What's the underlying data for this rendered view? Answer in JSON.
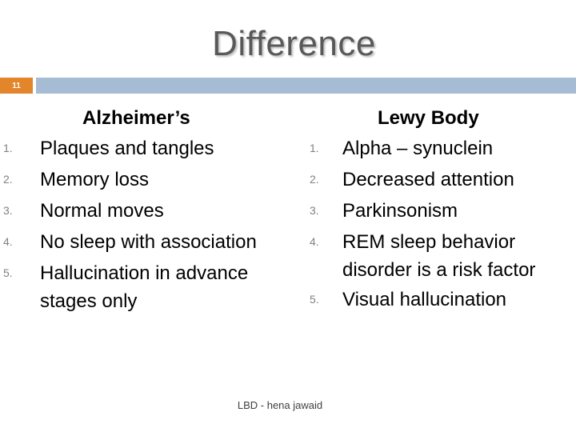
{
  "slide": {
    "title": "Difference",
    "number": "11",
    "footer": "LBD - hena jawaid"
  },
  "colors": {
    "number_box": "#e3862b",
    "header_bar": "#a6bcd5",
    "title": "#595959"
  },
  "left": {
    "heading": "Alzheimer’s",
    "items": [
      {
        "num": "1.",
        "text": "Plaques and tangles"
      },
      {
        "num": "2.",
        "text": "Memory loss"
      },
      {
        "num": "3.",
        "text": "Normal moves"
      },
      {
        "num": "4.",
        "text": "No sleep with association"
      },
      {
        "num": "5.",
        "text": "Hallucination in advance stages only"
      }
    ]
  },
  "right": {
    "heading": "Lewy Body",
    "items": [
      {
        "num": "1.",
        "text": "Alpha – synuclein"
      },
      {
        "num": "2.",
        "text": "Decreased attention"
      },
      {
        "num": "3.",
        "text": "Parkinsonism"
      },
      {
        "num": "4.",
        "text": "REM sleep behavior disorder is a risk factor"
      },
      {
        "num": "5.",
        "text": "Visual hallucination"
      }
    ]
  }
}
